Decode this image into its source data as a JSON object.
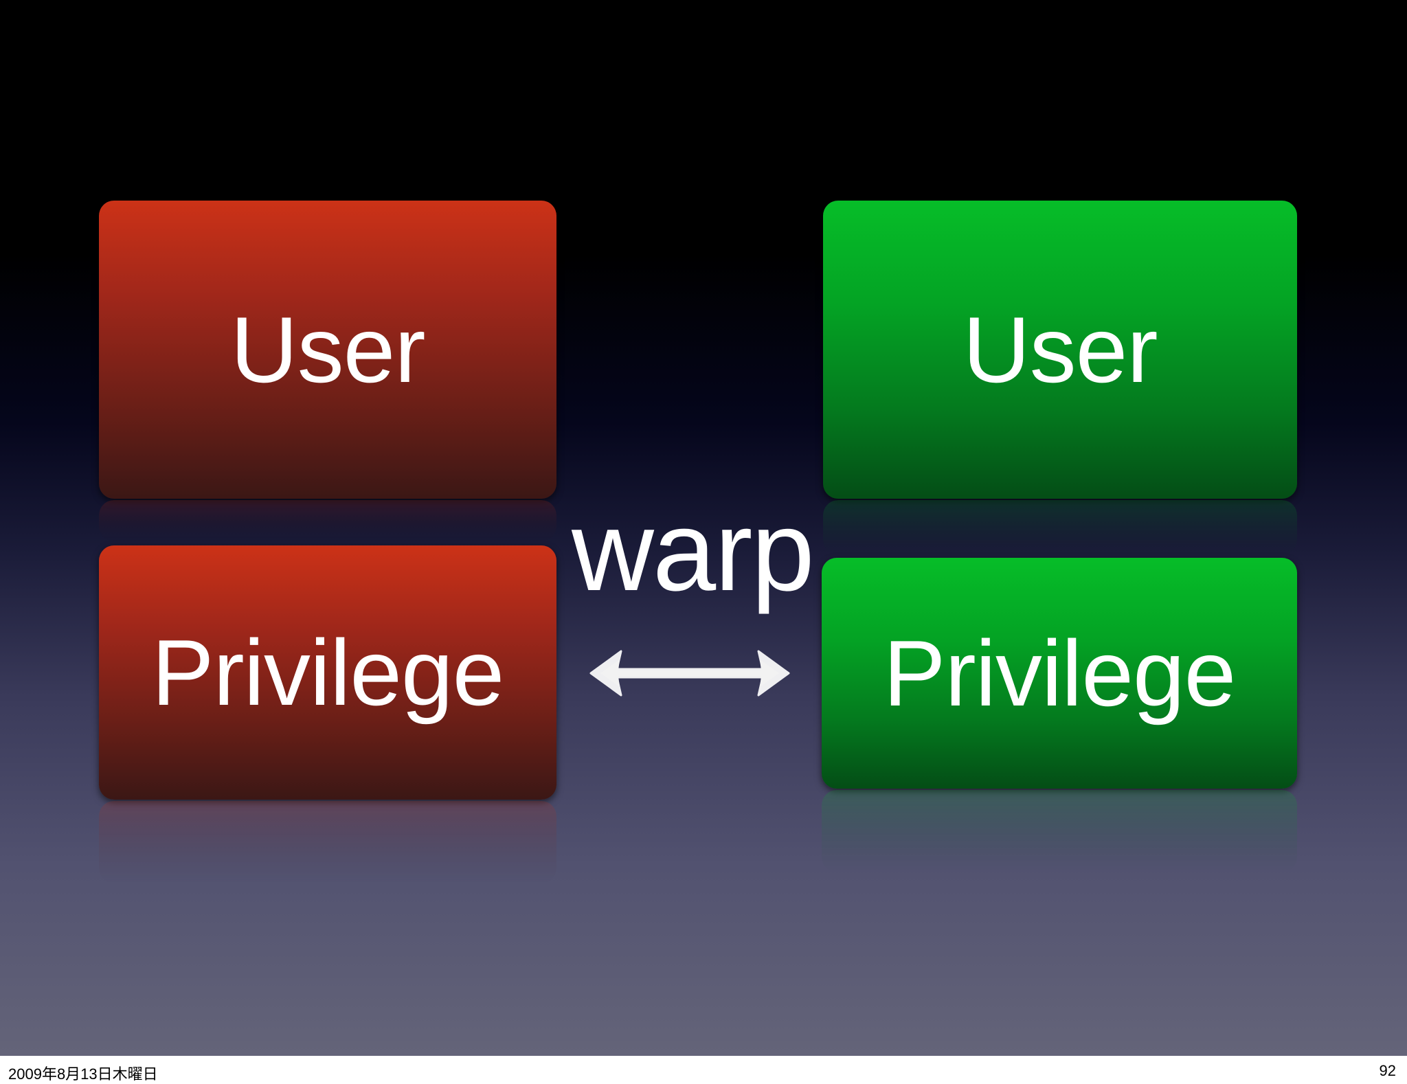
{
  "slide": {
    "left_stack": {
      "top_label": "User",
      "bottom_label": "Privilege",
      "color": "#b02a18"
    },
    "right_stack": {
      "top_label": "User",
      "bottom_label": "Privilege",
      "color": "#05a325"
    },
    "connector": {
      "label": "warp",
      "arrow_icon": "double-headed-arrow-icon"
    }
  },
  "footer": {
    "date": "2009年8月13日木曜日",
    "page_number": "92"
  }
}
